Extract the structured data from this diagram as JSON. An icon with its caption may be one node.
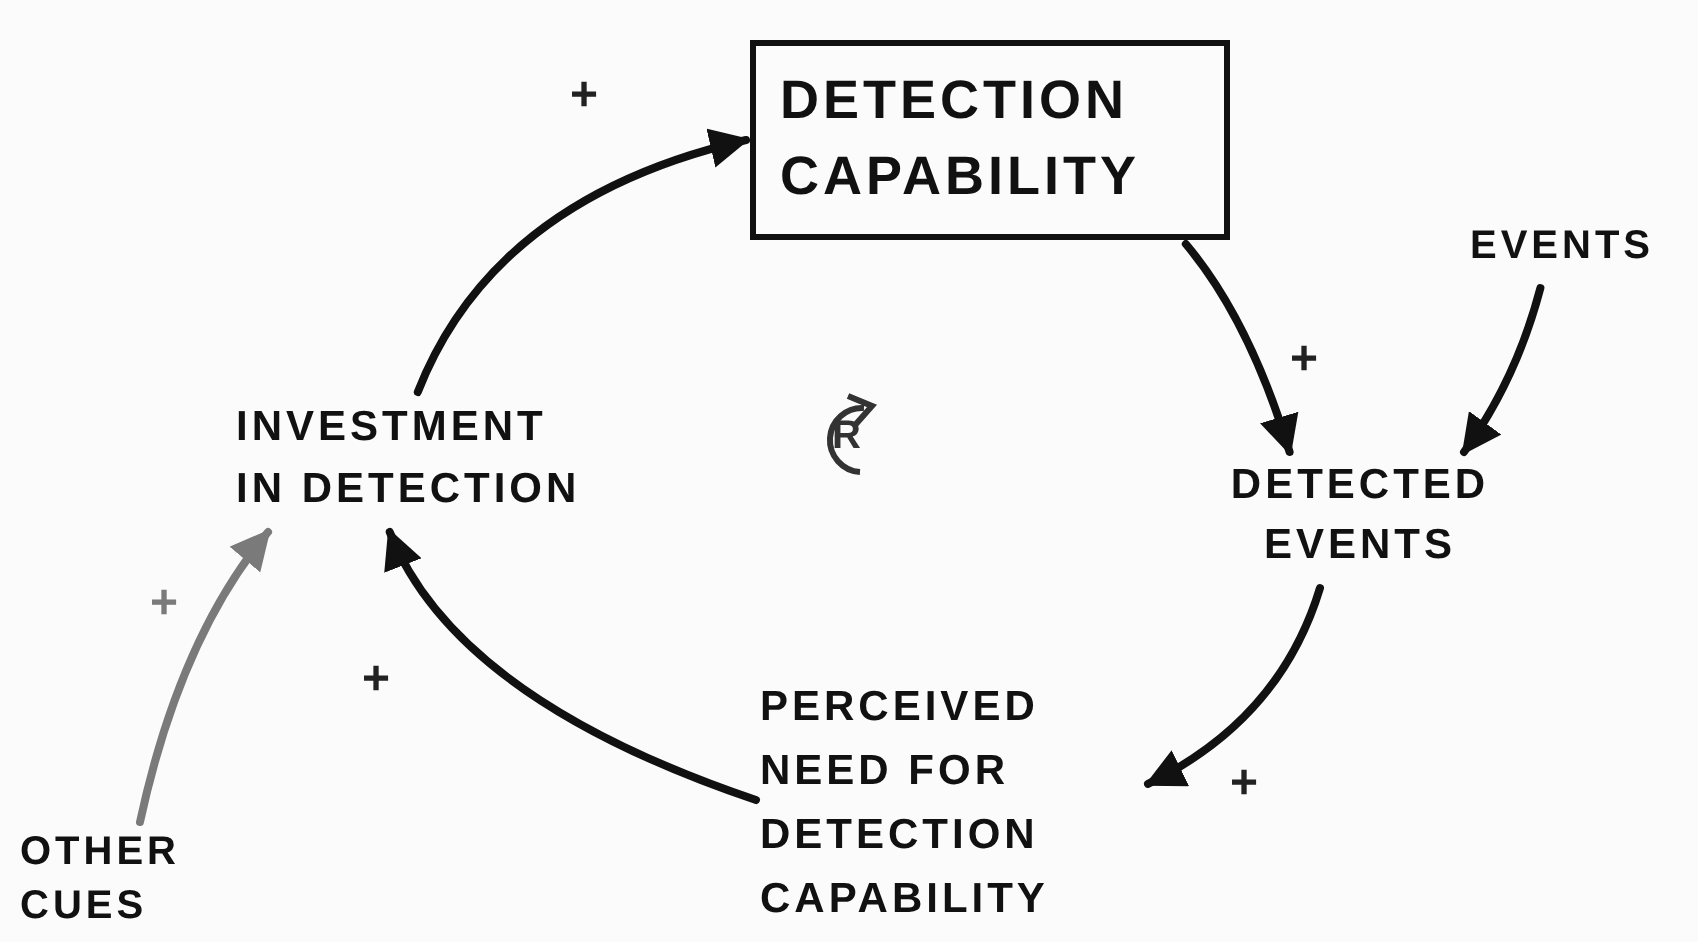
{
  "diagram": {
    "nodes": [
      {
        "text": [
          "DETECTION CAPABILITY"
        ]
      },
      {
        "text": [
          "EVENTS"
        ]
      },
      {
        "text": [
          "DETECTED EVENTS"
        ]
      },
      {
        "text": [
          "PERCEIVED NEED FOR DETECTION CAPABILITY"
        ]
      },
      {
        "text": [
          "INVESTMENT IN DETECTION"
        ]
      },
      {
        "text": [
          "OTHER CUES"
        ]
      }
    ],
    "edges": [
      {
        "from": 4,
        "to": 0,
        "arrow": "to",
        "label": "+"
      },
      {
        "from": 0,
        "to": 2,
        "arrow": "to",
        "label": "+"
      },
      {
        "from": 1,
        "to": 2,
        "arrow": "to"
      },
      {
        "from": 2,
        "to": 3,
        "arrow": "to",
        "label": "+"
      },
      {
        "from": 3,
        "to": 4,
        "arrow": "to",
        "label": "+"
      },
      {
        "from": 5,
        "to": 4,
        "arrow": "to",
        "label": "+",
        "color": "#7a7a7a"
      }
    ],
    "labels": [
      "R"
    ]
  }
}
